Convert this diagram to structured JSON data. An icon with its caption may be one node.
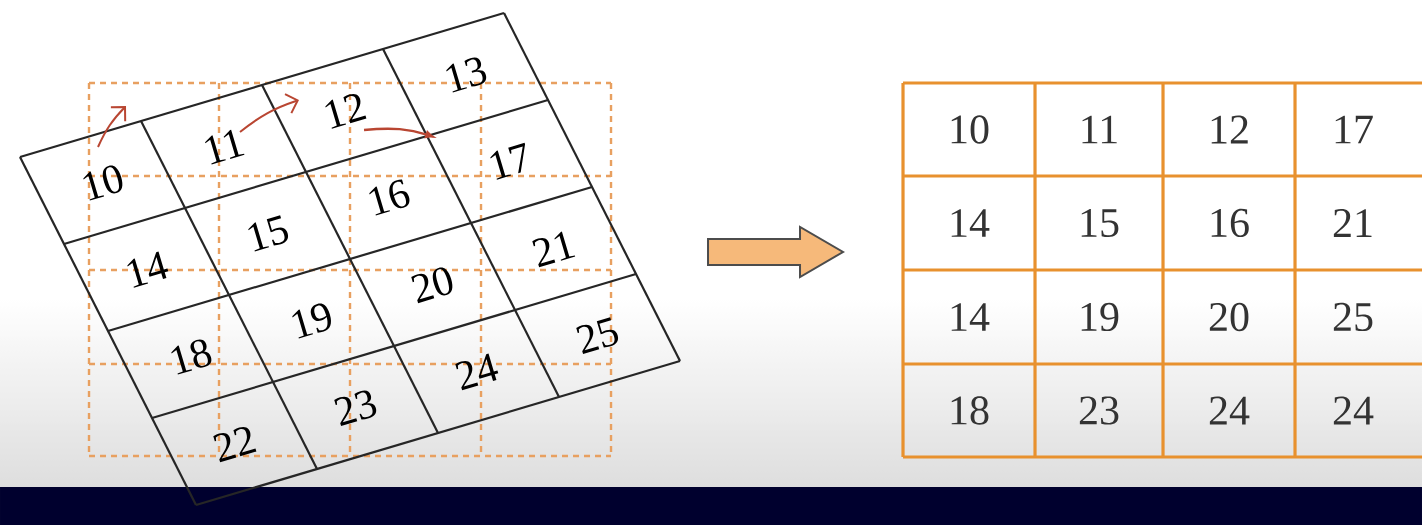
{
  "diagram": {
    "labels": [
      "10",
      "11",
      "12",
      "13",
      "14",
      "15",
      "16",
      "17",
      "18",
      "19",
      "20",
      "21",
      "22",
      "23",
      "24",
      "25",
      "10",
      "11",
      "12",
      "17",
      "14",
      "15",
      "16",
      "21",
      "14",
      "19",
      "20",
      "25",
      "18",
      "23",
      "24",
      "24"
    ]
  }
}
